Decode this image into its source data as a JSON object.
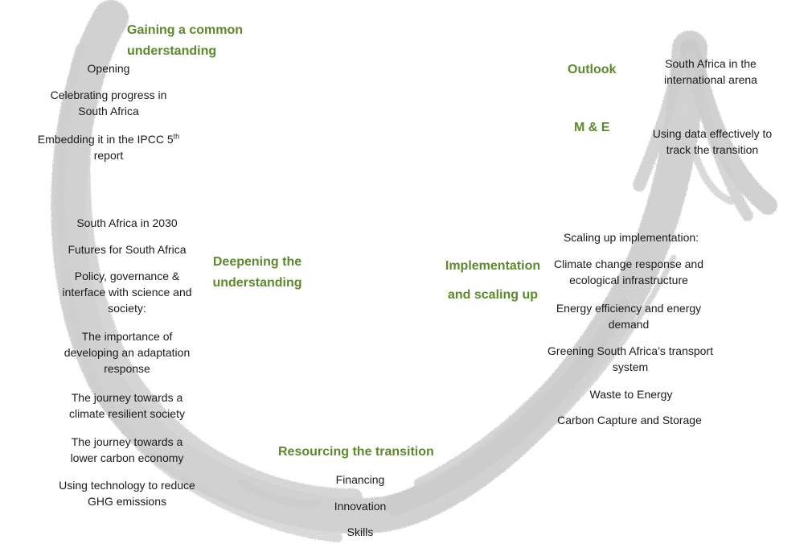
{
  "colors": {
    "heading": "#5b8a2b",
    "text": "#1a1a1a",
    "stroke": "#c9c9c9",
    "background": "#ffffff"
  },
  "headings": {
    "gaining_1": "Gaining a common",
    "gaining_2": "understanding",
    "deepening_1": "Deepening the",
    "deepening_2": "understanding",
    "resourcing": "Resourcing the transition",
    "implementation_1": "Implementation",
    "implementation_2": "and scaling up",
    "me": "M & E",
    "outlook": "Outlook"
  },
  "left_items": {
    "opening": "Opening",
    "celebrating_1": "Celebrating progress in",
    "celebrating_2": "South Africa",
    "embedding_1": "Embedding it in the IPCC 5",
    "embedding_sup": "th",
    "embedding_2": "report",
    "sa2030": "South Africa in 2030",
    "futures": "Futures for South Africa",
    "policy_1": "Policy, governance &",
    "policy_2": "interface with science and",
    "policy_3": "society:",
    "importance_1": "The importance of",
    "importance_2": "developing an adaptation",
    "importance_3": "response",
    "resilient_1": "The journey towards a",
    "resilient_2": "climate resilient society",
    "lowcarbon_1": "The journey towards a",
    "lowcarbon_2": "lower carbon economy",
    "technology_1": "Using technology to reduce",
    "technology_2": "GHG emissions"
  },
  "bottom_items": {
    "financing": "Financing",
    "innovation": "Innovation",
    "skills": "Skills"
  },
  "right_items": {
    "international_1": "South Africa in the",
    "international_2": "international arena",
    "data_1": "Using data effectively to",
    "data_2": "track the transition",
    "scaling": "Scaling up implementation:",
    "climate_1": "Climate change response and",
    "climate_2": "ecological infrastructure",
    "energy_1": "Energy efficiency and energy",
    "energy_2": "demand",
    "transport_1": "Greening South Africa’s transport",
    "transport_2": "system",
    "waste": "Waste to Energy",
    "carbon": "Carbon Capture and Storage"
  }
}
